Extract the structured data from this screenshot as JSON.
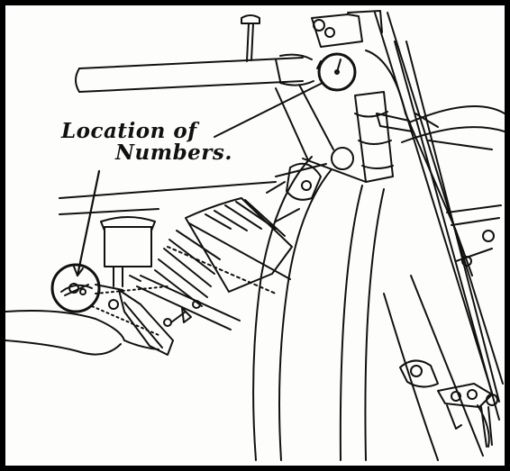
{
  "illustration": {
    "callout_line1": "Location of",
    "callout_line2": "Numbers.",
    "subject": "motorcycle engine and frame line drawing",
    "line_color": "#111111",
    "background_color": "#fdfdfb",
    "border_color": "#000000"
  }
}
